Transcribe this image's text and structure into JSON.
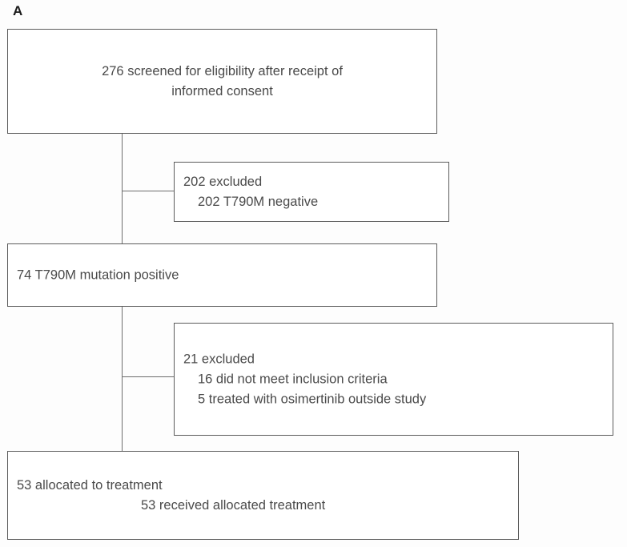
{
  "figure": {
    "panel_label": "A",
    "type": "CONSORT participant flow diagram",
    "text_color": "#4a4a4a",
    "border_color": "#5c5c5c",
    "background": "#fdfdfd"
  },
  "nodes": {
    "screened": {
      "line1": "276 screened for eligibility after receipt of",
      "line2": "informed consent",
      "count": 276
    },
    "excluded_t790m": {
      "line1": "202 excluded",
      "line2": "202 T790M negative",
      "count": 202
    },
    "mutation_positive": {
      "line1": "74 T790M mutation positive",
      "count": 74
    },
    "excluded_other": {
      "line1": "21 excluded",
      "line2": "16 did not meet inclusion criteria",
      "line3": "5 treated with osimertinib outside study",
      "count": 21
    },
    "allocated": {
      "line1": "53 allocated to treatment",
      "line2": "53 received allocated treatment",
      "count": 53
    }
  }
}
